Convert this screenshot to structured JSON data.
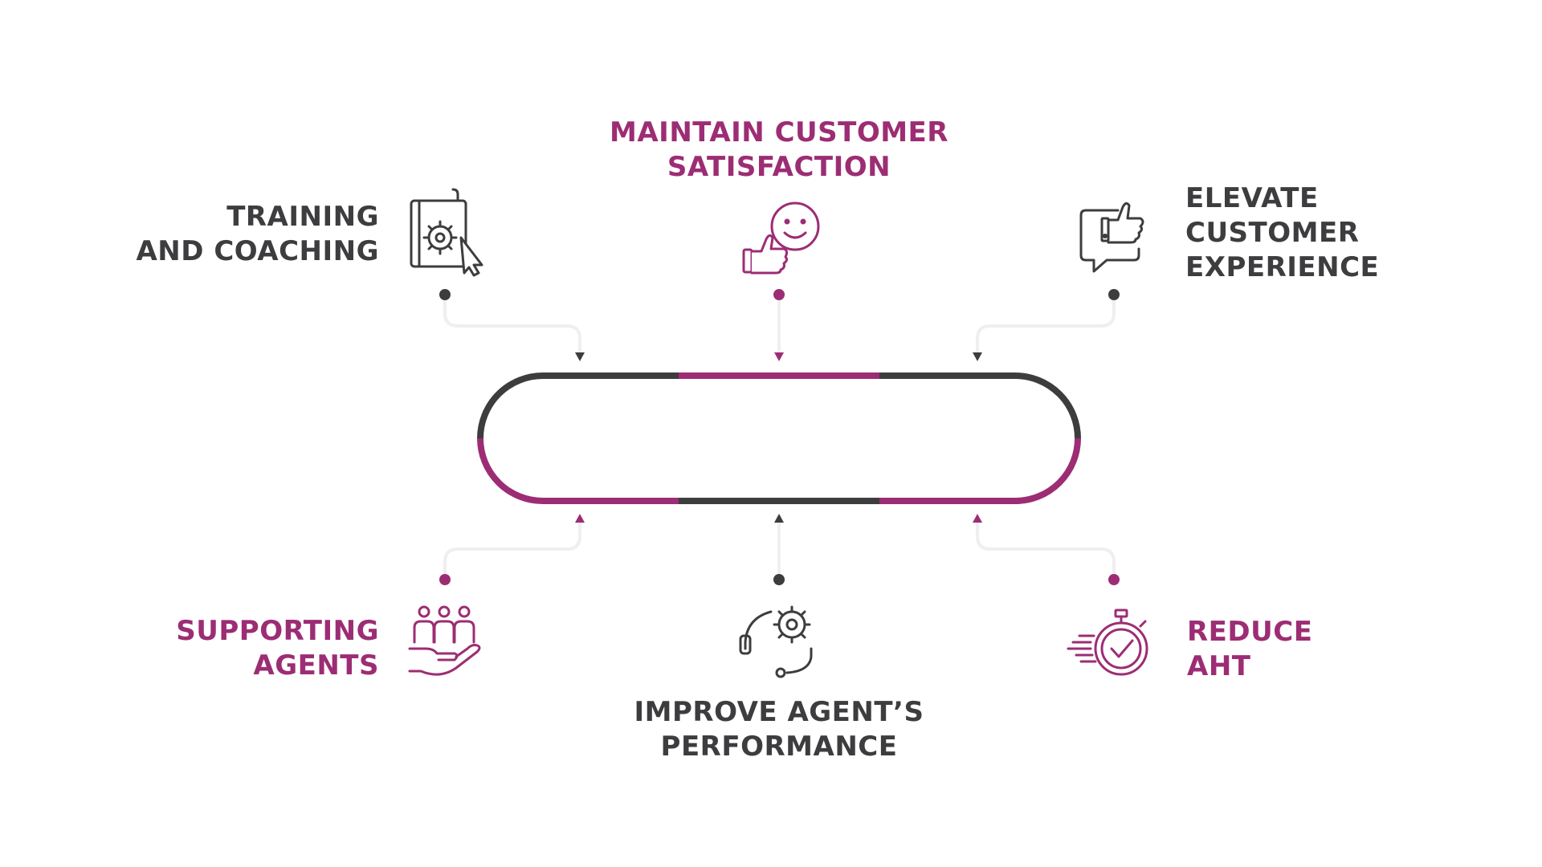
{
  "colors": {
    "dark": "#3d3d3f",
    "magenta": "#9c2d74",
    "connector": "#f1eef1"
  },
  "nodes": {
    "training": {
      "lines": [
        "TRAINING",
        "AND COACHING"
      ],
      "icon": "gear-cursor-book-icon",
      "color": "dark"
    },
    "satisfaction": {
      "lines": [
        "MAINTAIN CUSTOMER",
        "SATISFACTION"
      ],
      "icon": "smiley-thumbs-up-icon",
      "color": "magenta"
    },
    "experience": {
      "lines": [
        "ELEVATE",
        "CUSTOMER",
        "EXPERIENCE"
      ],
      "icon": "chat-thumbs-up-icon",
      "color": "dark"
    },
    "supporting": {
      "lines": [
        "SUPPORTING",
        "AGENTS"
      ],
      "icon": "hand-team-icon",
      "color": "magenta"
    },
    "performance": {
      "lines": [
        "IMPROVE AGENT’S",
        "PERFORMANCE"
      ],
      "icon": "headset-gear-icon",
      "color": "dark"
    },
    "aht": {
      "lines": [
        "REDUCE",
        "AHT"
      ],
      "icon": "stopwatch-check-icon",
      "color": "magenta"
    }
  }
}
